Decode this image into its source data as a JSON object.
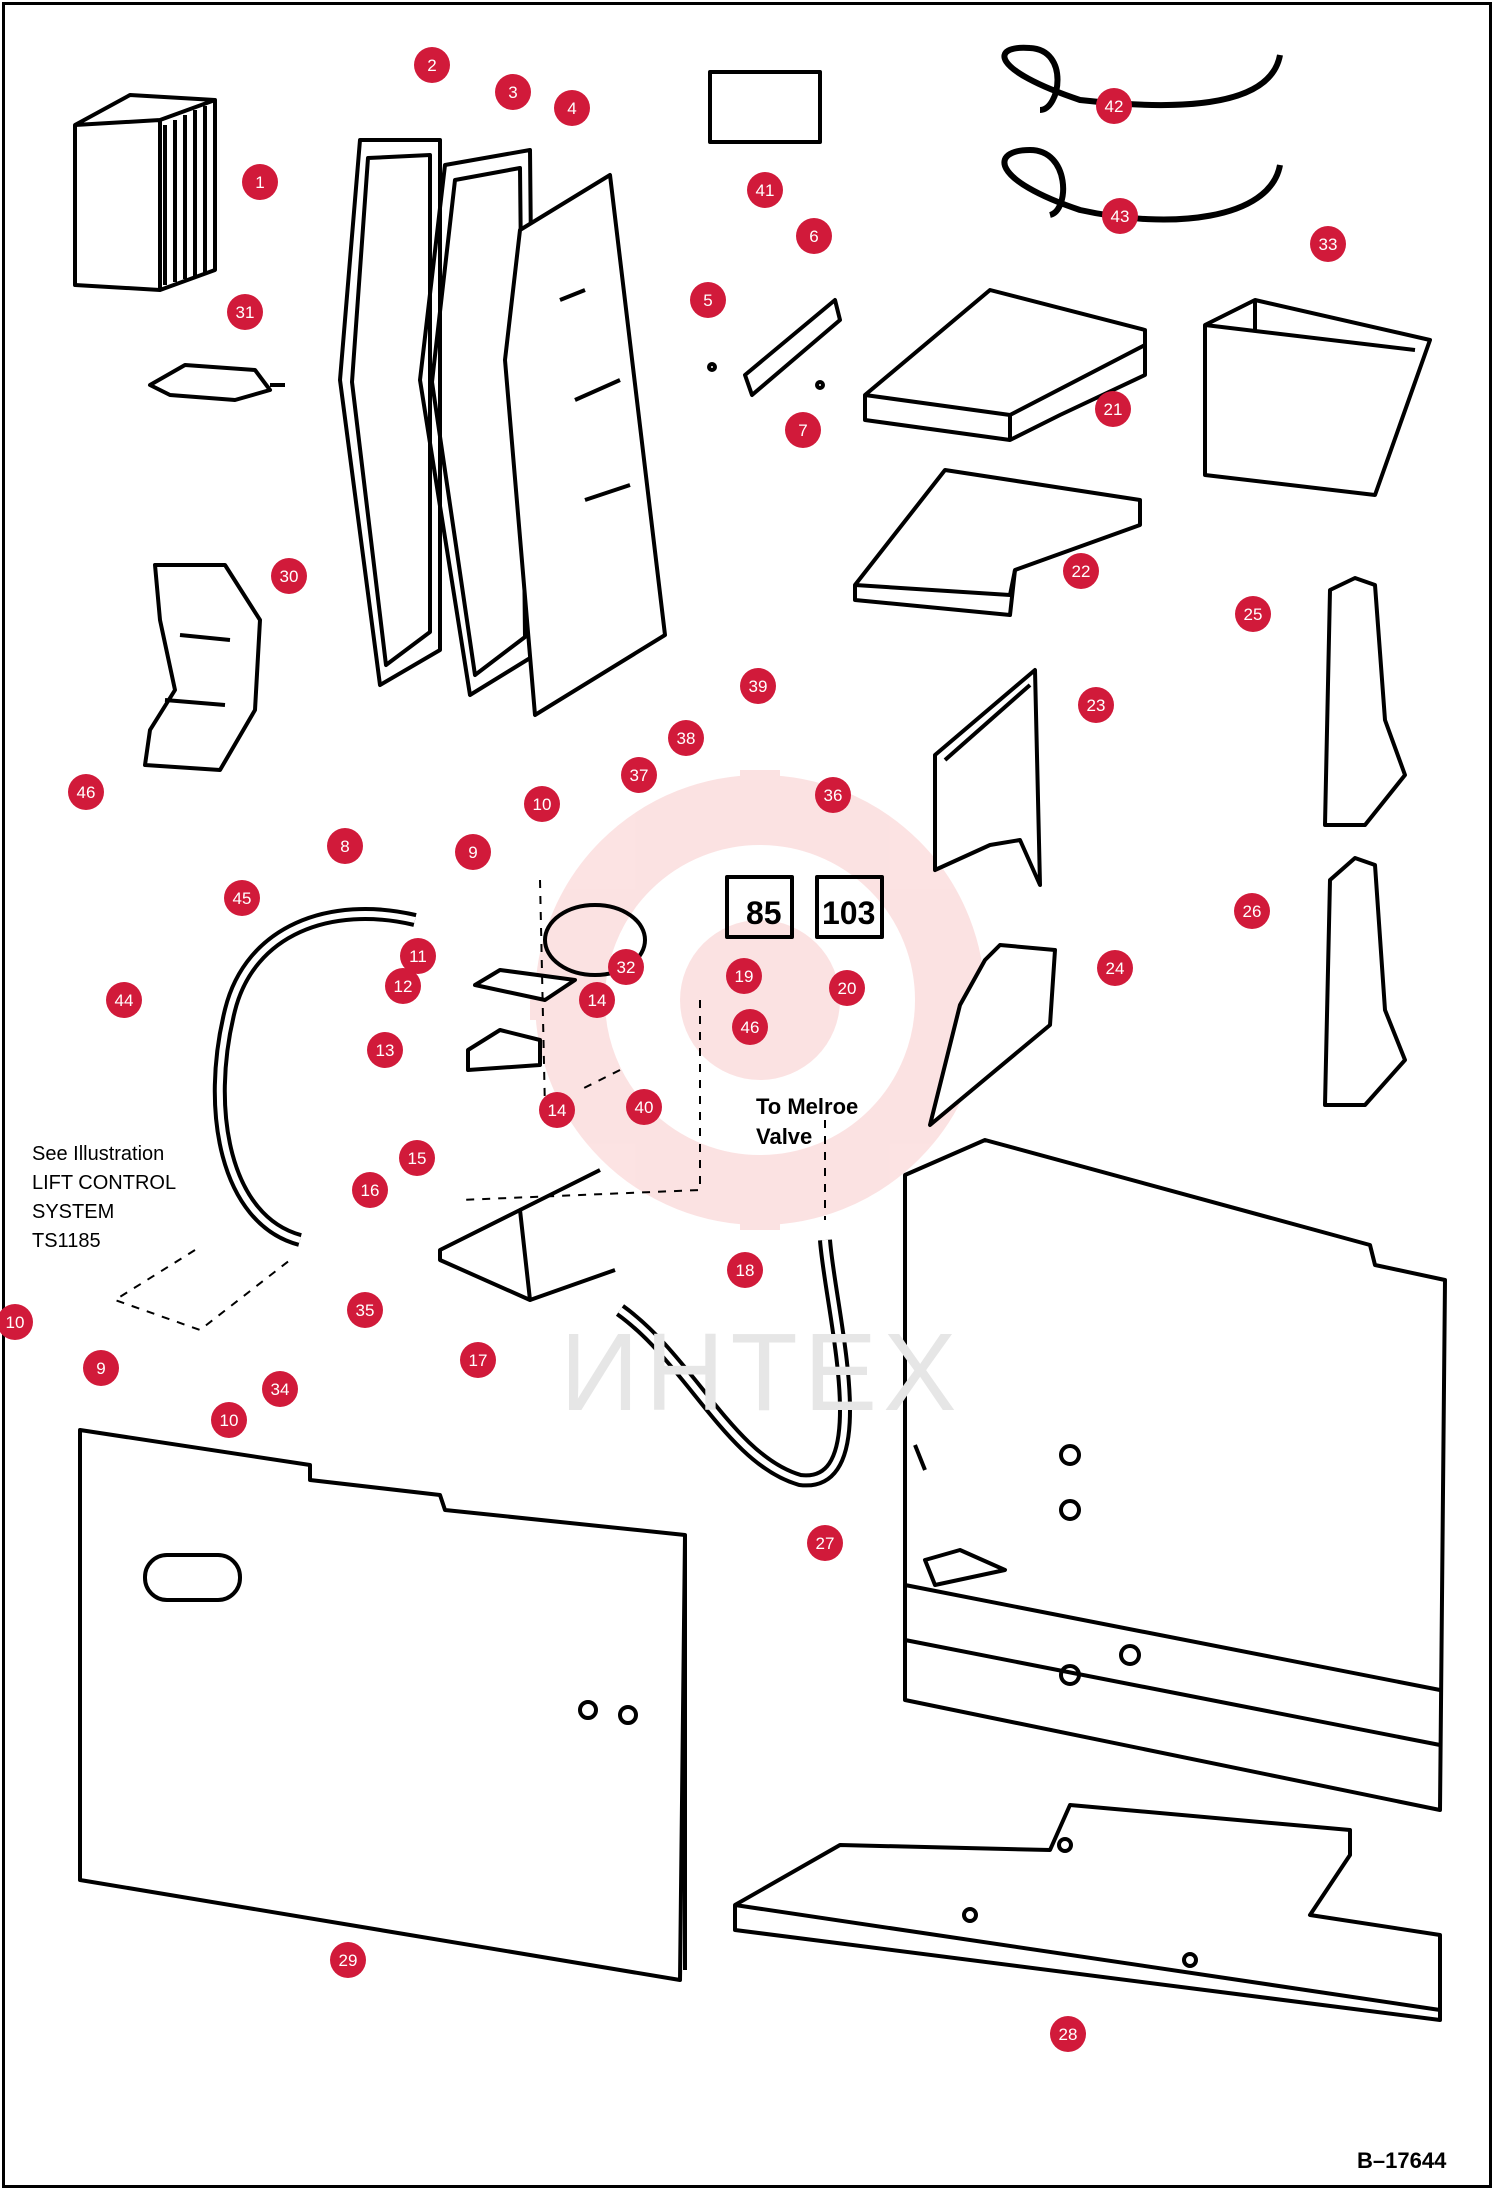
{
  "diagram": {
    "parts_numbers": [
      "1",
      "2",
      "3",
      "4",
      "5",
      "6",
      "7",
      "8",
      "9",
      "10",
      "11",
      "12",
      "13",
      "14",
      "15",
      "16",
      "17",
      "18",
      "19",
      "20",
      "21",
      "22",
      "23",
      "24",
      "25",
      "26",
      "27",
      "28",
      "29",
      "30",
      "31",
      "32",
      "33",
      "34",
      "35",
      "36",
      "37",
      "38",
      "39",
      "40",
      "41",
      "42",
      "43",
      "44",
      "45",
      "46"
    ],
    "callouts": [
      "1",
      "2",
      "3",
      "4",
      "5",
      "6",
      "7",
      "8",
      "9",
      "10",
      "11",
      "12",
      "13",
      "14",
      "14",
      "15",
      "16",
      "17",
      "18",
      "19",
      "20",
      "21",
      "22",
      "23",
      "24",
      "25",
      "26",
      "27",
      "28",
      "29",
      "30",
      "31",
      "32",
      "33",
      "34",
      "35",
      "36",
      "37",
      "38",
      "39",
      "40",
      "41",
      "42",
      "43",
      "44",
      "45",
      "46",
      "46",
      "9",
      "10",
      "10"
    ],
    "annotation_lines": [
      "See Illustration",
      "LIFT CONTROL",
      "SYSTEM",
      "TS1185"
    ],
    "melroe_note": [
      "To Melroe",
      "Valve"
    ],
    "decal_19": {
      "left": "85",
      "right": "103"
    },
    "drawing_id": "B–17644",
    "watermark": "ИНТЕХ",
    "colors": {
      "callout": "#d11a3a",
      "watermark": "#f08080",
      "ink": "#000000"
    }
  }
}
